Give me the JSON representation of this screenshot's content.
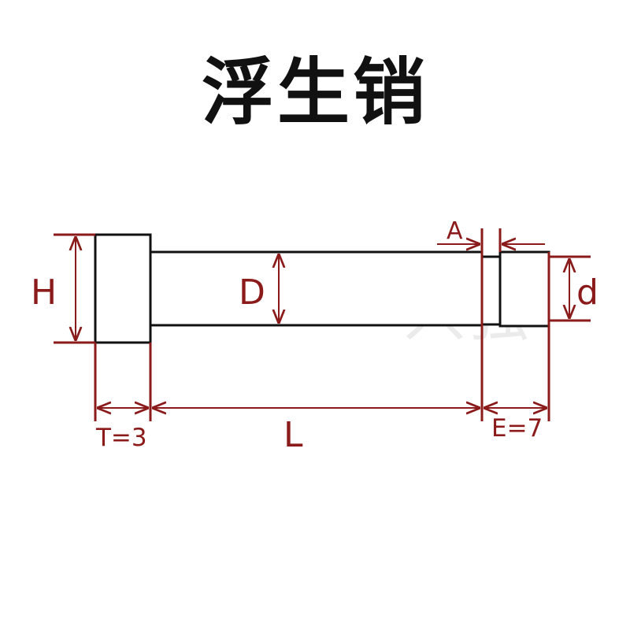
{
  "title": "浮生销",
  "watermark": "兴强",
  "labels": {
    "H": "H",
    "D": "D",
    "d": "d",
    "A": "A",
    "T": "T=3",
    "L": "L",
    "E": "E=7"
  },
  "colors": {
    "dimension": "#8b1a1a",
    "outline": "#111111",
    "title": "#111111"
  }
}
